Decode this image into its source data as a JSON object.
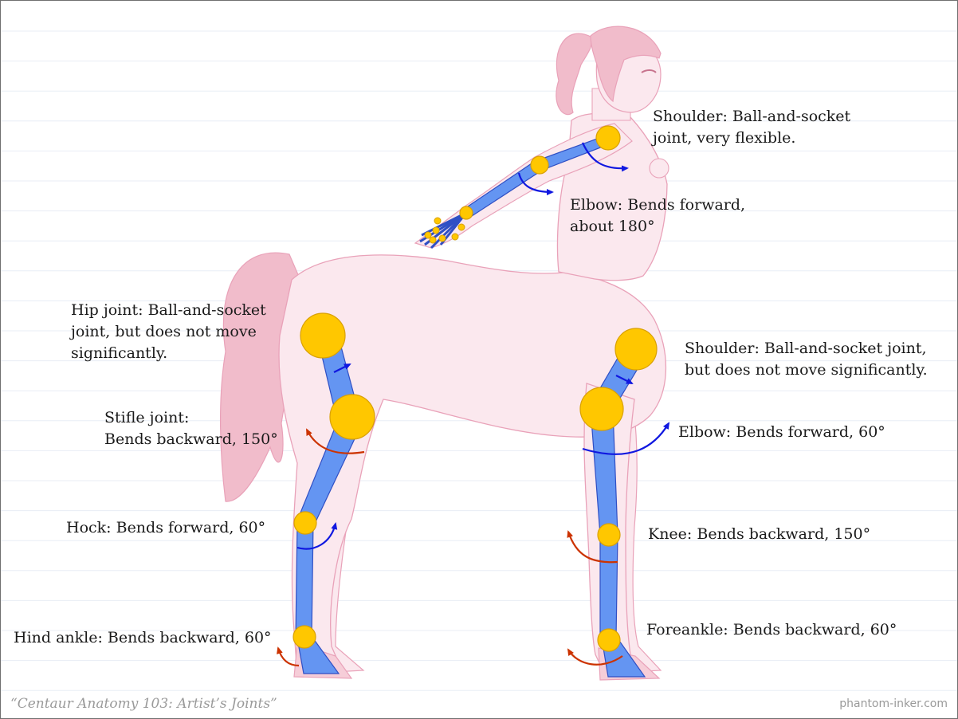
{
  "colors": {
    "background": "#ffffff",
    "ruled_line": "#e8edf5",
    "body_fill": "#fbe8ee",
    "body_outline": "#e9a2b9",
    "hair_tail": "#f1bccb",
    "bone": "#6495f2",
    "bone_outline": "#2f4fc4",
    "joint": "#ffc700",
    "joint_outline": "#d9a000",
    "forward_arrow": "#1018e0",
    "backward_arrow": "#cc3300"
  },
  "labels": {
    "human_shoulder": [
      "Shoulder: Ball-and-socket",
      "joint, very flexible."
    ],
    "human_elbow": [
      "Elbow: Bends forward,",
      "about 180°"
    ],
    "hip_joint": [
      "Hip joint: Ball-and-socket",
      "joint, but does not move",
      "significantly."
    ],
    "horse_shoulder": [
      "Shoulder: Ball-and-socket joint,",
      "but does not move significantly."
    ],
    "stifle_joint": [
      "Stifle joint:",
      "Bends backward, 150°"
    ],
    "horse_elbow": [
      "Elbow: Bends forward, 60°"
    ],
    "hock": [
      "Hock: Bends forward, 60°"
    ],
    "knee": [
      "Knee: Bends backward, 150°"
    ],
    "hind_ankle": [
      "Hind ankle: Bends backward, 60°"
    ],
    "foreankle": [
      "Foreankle: Bends backward, 60°"
    ]
  },
  "caption": "“Centaur Anatomy 103: Artist’s Joints”",
  "site": "phantom-inker.com",
  "icons": {
    "forward_arrow": "curved-arrow-forward-icon",
    "backward_arrow": "curved-arrow-backward-icon"
  }
}
